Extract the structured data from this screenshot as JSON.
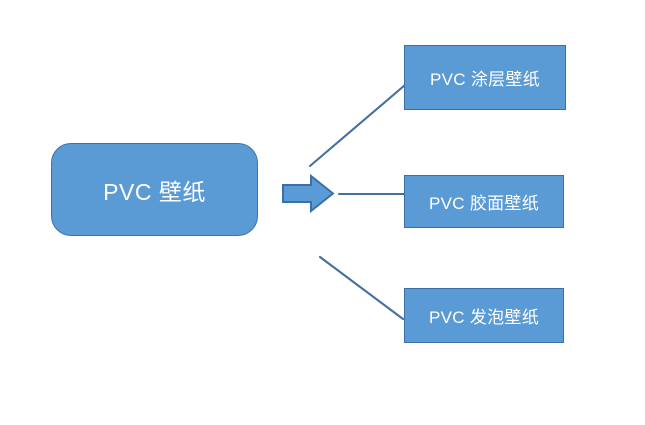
{
  "diagram": {
    "title_node": {
      "label": "PVC 壁纸",
      "paragraph_mark": "↵"
    },
    "arrow": {
      "name": "right-block-arrow",
      "direction": "right"
    },
    "branches": [
      {
        "id": "coating",
        "label": "PVC 涂层壁纸",
        "paragraph_mark": "↵",
        "connector": "diagonal-up"
      },
      {
        "id": "glue",
        "label": "PVC 胶面壁纸",
        "paragraph_mark": "↵",
        "connector": "horizontal"
      },
      {
        "id": "foam",
        "label": "PVC 发泡壁纸",
        "paragraph_mark": "↵",
        "connector": "diagonal-down"
      }
    ],
    "colors": {
      "node_fill": "#5b9bd5",
      "node_border": "#3c6fa5",
      "root_border": "#3f72a8",
      "connector_line": "#44709d",
      "text": "#ffffff",
      "background": "#ffffff"
    }
  }
}
